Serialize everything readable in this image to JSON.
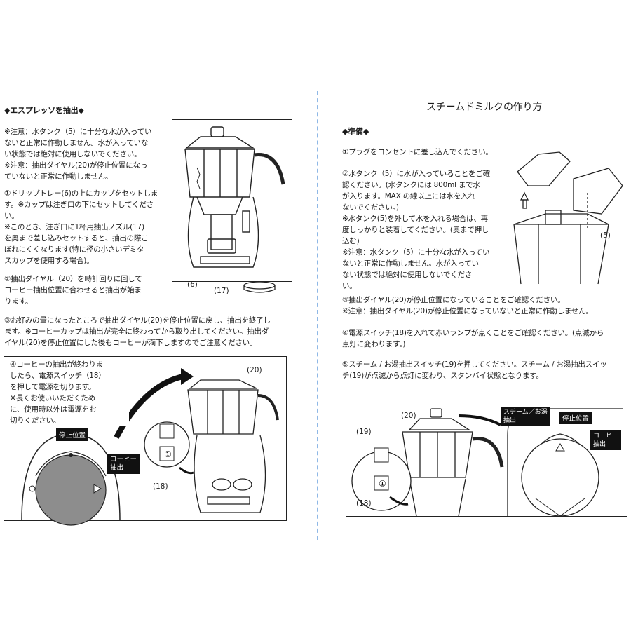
{
  "left": {
    "heading": "◆エスプレッソを抽出◆",
    "note1": "※注意：水タンク（5）に十分な水が入ってい\nないと正常に作動しません。水が入っていな\nい状態では絶対に使用しないでください。\n※注意：抽出ダイヤル(20)が停止位置になっ\nていないと正常に作動しません。",
    "step1": "①ドリップトレー(6)の上にカップをセットしま\nす。※カップは注ぎ口の下にセットしてくださ\nい。\n※このとき、注ぎ口に1杯用抽出ノズル(17)\nを奥まで差し込みセットすると、抽出の際こ\nぼれにくくなります(特に径の小さいデミタ\nスカップを使用する場合)。",
    "step2": "②抽出ダイヤル（20）を時計回りに回して\nコーヒー抽出位置に合わせると抽出が始ま\nります。",
    "step3": "③お好みの量になったところで抽出ダイヤル(20)を停止位置に戻し、抽出を終了し\nます。※コーヒーカップは抽出が完全に終わってから取り出してください。抽出ダ\nイヤル(20)を停止位置にした後もコーヒーが滴下しますのでご注意ください。",
    "step4": "④コーヒーの抽出が終わりま\nしたら、電源スイッチ（18）\nを押して電源を切ります。\n※長くお使いいただくため\nに、使用時以外は電源をお\n切りください。",
    "label_6": "(6)",
    "label_17": "(17)",
    "label_20": "(20)",
    "label_18": "(18)",
    "dial_stop": "停止位置",
    "dial_coffee": "コーヒー\n抽出"
  },
  "right": {
    "title": "スチームドミルクの作り方",
    "heading": "◆準備◆",
    "step1": "①プラグをコンセントに差し込んでください。",
    "step2": "②水タンク（5）に水が入っていることをご確\n認ください。(水タンクには 800ml まで水\nが入ります。MAX の線以上には水を入れ\nないでください。)\n※水タンク(5)を外して水を入れる場合は、再\n度しっかりと装着してください。(奥まで押し\n込む)\n※注意：水タンク（5）に十分な水が入ってい\nないと正常に作動しません。水が入ってい\nない状態では絶対に使用しないでくださ\nい。",
    "step3": "③抽出ダイヤル(20)が停止位置になっていることをご確認ください。\n※注意：抽出ダイヤル(20)が停止位置になっていないと正常に作動しません。",
    "step4": "④電源スイッチ(18)を入れて赤いランプが点くことをご確認ください。(点滅から\n点灯に変わります。)",
    "step5": "⑤スチーム / お湯抽出スイッチ(19)を押してください。スチーム / お湯抽出スイッ\nチ(19)が点滅から点灯に変わり、スタンバイ状態となります。",
    "label_5": "(5)",
    "label_20": "(20)",
    "label_19": "(19)",
    "label_18": "(18)",
    "dial_steam": "スチーム／お湯\n抽出",
    "dial_stop": "停止位置",
    "dial_coffee": "コーヒー\n抽出"
  }
}
